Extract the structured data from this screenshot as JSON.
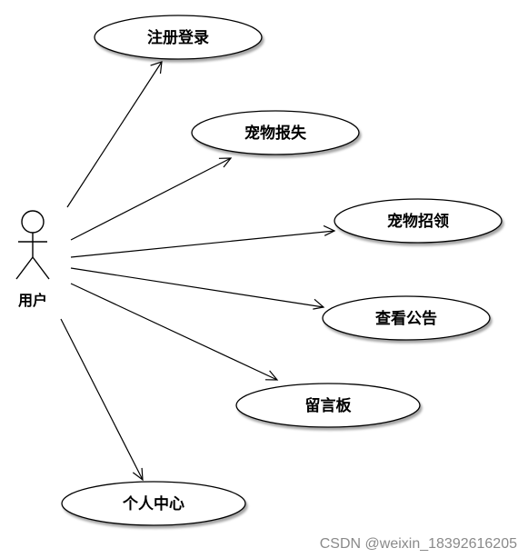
{
  "actor": {
    "label": "用户"
  },
  "use_cases": [
    {
      "label": "注册登录"
    },
    {
      "label": "宠物报失"
    },
    {
      "label": "宠物招领"
    },
    {
      "label": "查看公告"
    },
    {
      "label": "留言板"
    },
    {
      "label": "个人中心"
    }
  ],
  "watermark": "CSDN @weixin_18392616205"
}
